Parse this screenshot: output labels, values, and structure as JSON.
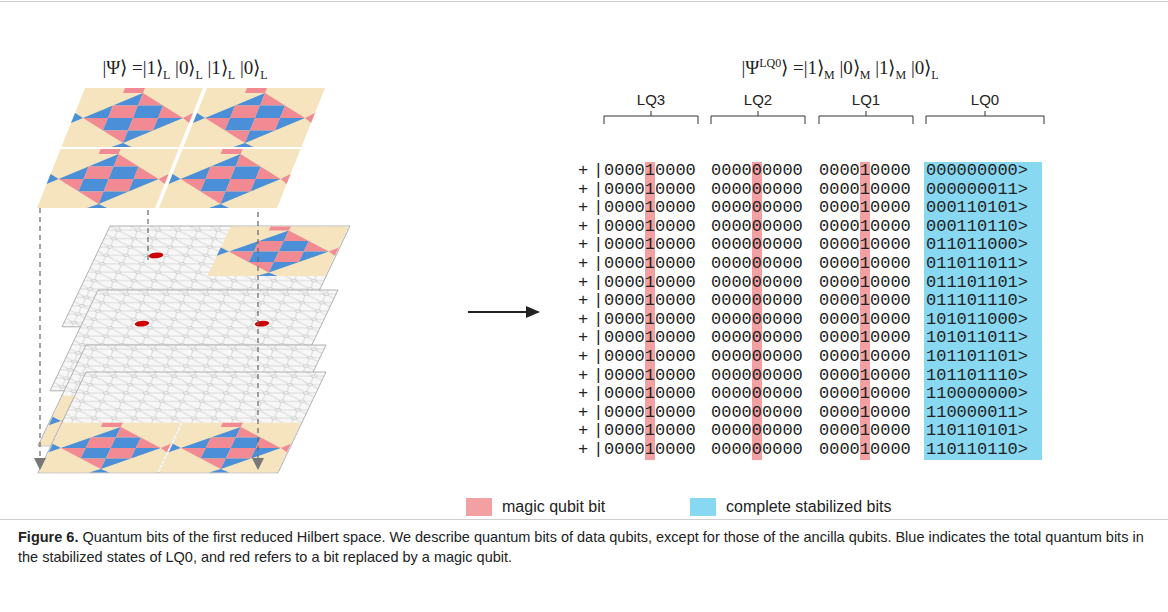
{
  "diagram": {
    "caption": "Figure 6. Quantum bits of the first reduced Hilbert space. We describe quantum bits of data qubits, except for those of the ancilla qubits. Blue indicates the total quantum bits in the stabilized states of LQ0, and red refers to a bit replaced by a magic qubit.",
    "labels": [
      "|Ψ⟩ =|1⟩L |0⟩L |1⟩L |0⟩L",
      "|ΨLQ0⟩ =|1⟩M |0⟩M |1⟩M |0⟩L",
      "LQ3",
      "LQ2",
      "LQ1",
      "LQ0",
      "+|",
      "000010000",
      "000000000",
      "000010000",
      "000000000>",
      "+|",
      "000010000",
      "000000000",
      "000010000",
      "000000011>",
      "+|",
      "000010000",
      "000000000",
      "000010000",
      "000110101>",
      "+|",
      "000010000",
      "000000000",
      "000010000",
      "000110110>",
      "+|",
      "000010000",
      "000000000",
      "000010000",
      "011011000>",
      "+|",
      "000010000",
      "000000000",
      "000010000",
      "011011011>",
      "+|",
      "000010000",
      "000000000",
      "000010000",
      "011101101>",
      "+|",
      "000010000",
      "000000000",
      "000010000",
      "011101110>",
      "+|",
      "000010000",
      "000000000",
      "000010000",
      "101011000>",
      "+|",
      "000010000",
      "000000000",
      "000010000",
      "101011011>",
      "+|",
      "000010000",
      "000000000",
      "000010000",
      "101101101>",
      "+|",
      "000010000",
      "000000000",
      "000010000",
      "101101110>",
      "+|",
      "000010000",
      "000000000",
      "000010000",
      "110000000>",
      "+|",
      "000010000",
      "000000000",
      "000010000",
      "110000011>",
      "+|",
      "000010000",
      "000000000",
      "000010000",
      "110110101>",
      "+|",
      "000010000",
      "000000000",
      "000010000",
      "110110110>"
    ],
    "legend": [
      {
        "text": "magic qubit bit",
        "color": "#f3a0a2"
      },
      {
        "text": "complete stabilized bits",
        "color": "#88d8f1"
      }
    ]
  }
}
